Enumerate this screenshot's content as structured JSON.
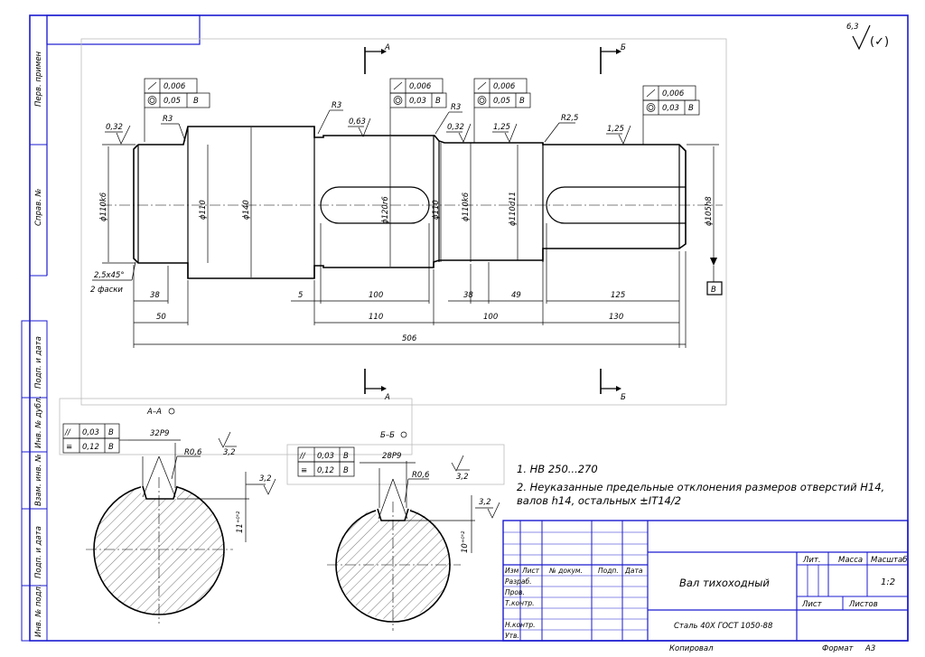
{
  "roughness_symbol": {
    "value": "6,3",
    "mark": "(✓)"
  },
  "side_stamps": [
    "Перв. примен",
    "Справ. №",
    "Подп. и дата",
    "Инв. № дубл.",
    "Взам. инв. №",
    "Подп. и дата",
    "Инв. № подл."
  ],
  "sections": {
    "top_a": "А",
    "top_b": "Б",
    "bottom_a": "А",
    "bottom_b": "Б",
    "view_a": "А–А",
    "view_b": "Б–Б"
  },
  "tolerance_frames": [
    {
      "rows": [
        [
          "0,006"
        ],
        [
          "0,05",
          "В"
        ]
      ]
    },
    {
      "rows": [
        [
          "0,006"
        ],
        [
          "0,03",
          "В"
        ]
      ]
    },
    {
      "rows": [
        [
          "0,006"
        ],
        [
          "0,05",
          "В"
        ]
      ]
    },
    {
      "rows": [
        [
          "0,006"
        ],
        [
          "0,03",
          "В"
        ]
      ]
    }
  ],
  "radii": [
    "R3",
    "R3",
    "R3",
    "R2,5",
    "R0,6",
    "R0,6"
  ],
  "roughness": [
    "0,32",
    "0,63",
    "0,32",
    "1,25",
    "1,25",
    "3,2",
    "3,2",
    "3,2",
    "3,2"
  ],
  "diameters": [
    "ϕ110k6",
    "ϕ110",
    "ϕ140",
    "ϕ120r6",
    "ϕ110",
    "ϕ110k6",
    "ϕ110d11",
    "ϕ105h8"
  ],
  "chamfer": {
    "size": "2,5x45°",
    "note": "2 фаски"
  },
  "dims_row1": [
    "38",
    "5",
    "100",
    "38",
    "49",
    "125"
  ],
  "dims_row2": [
    "50",
    "110",
    "100",
    "130"
  ],
  "overall": "506",
  "datum": "В",
  "section_a": {
    "frame": [
      [
        "//",
        "0,03",
        "В"
      ],
      [
        "≡",
        "0,12",
        "В"
      ]
    ],
    "width": "32P9",
    "depth": "11⁺⁰'²"
  },
  "section_b": {
    "frame": [
      [
        "//",
        "0,03",
        "В"
      ],
      [
        "≡",
        "0,12",
        "В"
      ]
    ],
    "width": "28P9",
    "depth": "10⁺⁰'²"
  },
  "notes": [
    "1. HB 250...270",
    "2. Неуказанные предельные отклонения размеров отверстий H14,",
    "валов h14, остальных ±IT14/2"
  ],
  "title_block": {
    "header": [
      "Изм",
      "Лист",
      "№ докум.",
      "Подп.",
      "Дата"
    ],
    "roles": [
      "Разраб.",
      "Пров.",
      "Т.контр.",
      "",
      "Н.контр.",
      "Утв."
    ],
    "title": "Вал тихоходный",
    "material": "Сталь 40Х ГОСТ 1050-88",
    "col_heads": [
      "Лит.",
      "Масса",
      "Масштаб"
    ],
    "scale": "1:2",
    "sheet": "Лист",
    "sheets": "Листов",
    "copied": "Копировал",
    "format": "Формат",
    "format_value": "А3"
  }
}
